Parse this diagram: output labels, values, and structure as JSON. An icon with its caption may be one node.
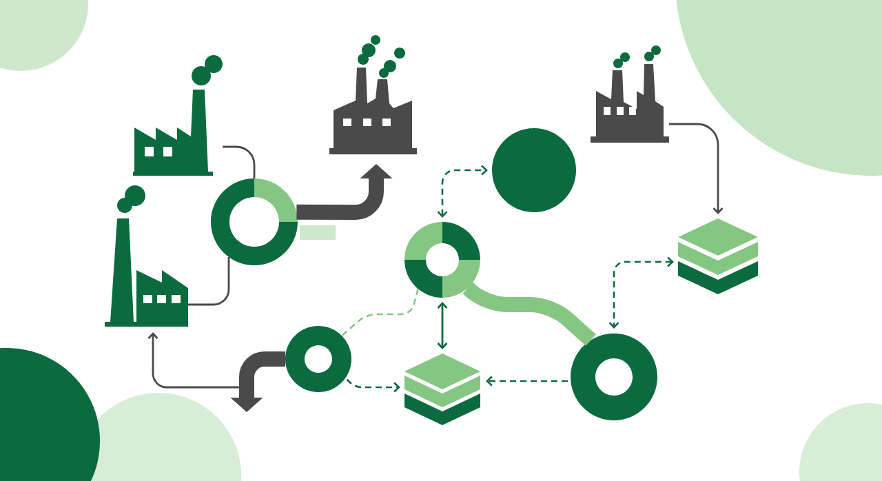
{
  "diagram": {
    "nodes": [
      {
        "text": [],
        "shape": "picture"
      },
      {
        "text": [],
        "shape": "picture"
      },
      {
        "text": [],
        "shape": "ring"
      },
      {
        "text": [],
        "shape": "picture"
      },
      {
        "text": [],
        "shape": "circle"
      },
      {
        "text": [],
        "shape": "picture"
      },
      {
        "text": [],
        "shape": "ring"
      },
      {
        "text": [],
        "shape": "stack"
      },
      {
        "text": [],
        "shape": "ring"
      },
      {
        "text": [],
        "shape": "stack"
      },
      {
        "text": [],
        "shape": "ring"
      }
    ],
    "edges": [
      {
        "from": 0,
        "to": 2,
        "arrow": "none"
      },
      {
        "from": 1,
        "to": 2,
        "arrow": "none"
      },
      {
        "from": 2,
        "to": 3,
        "arrow": "to",
        "style": "thick"
      },
      {
        "from": 5,
        "to": 7,
        "arrow": "to"
      },
      {
        "from": 6,
        "to": 4,
        "arrow": "both",
        "style": "dashed",
        "color": "#0b6b3e"
      },
      {
        "from": 6,
        "to": 9,
        "arrow": "both",
        "color": "#0b6b3e"
      },
      {
        "from": 6,
        "to": 10,
        "arrow": "none",
        "style": "thick",
        "color": "#86c683"
      },
      {
        "from": 6,
        "to": 8,
        "arrow": "none",
        "style": "dashed",
        "color": "#86c683"
      },
      {
        "from": 7,
        "to": 10,
        "arrow": "both",
        "style": "dashed",
        "color": "#0b6b3e"
      },
      {
        "from": 8,
        "to": null,
        "arrow": "to",
        "style": "thick"
      },
      {
        "from": 8,
        "to": 1,
        "arrow": "to"
      },
      {
        "from": 8,
        "to": 9,
        "arrow": "to",
        "style": "dashed",
        "color": "#0b6b3e"
      },
      {
        "from": 10,
        "to": 9,
        "arrow": "to",
        "style": "dashed",
        "color": "#0b6b3e"
      }
    ]
  }
}
